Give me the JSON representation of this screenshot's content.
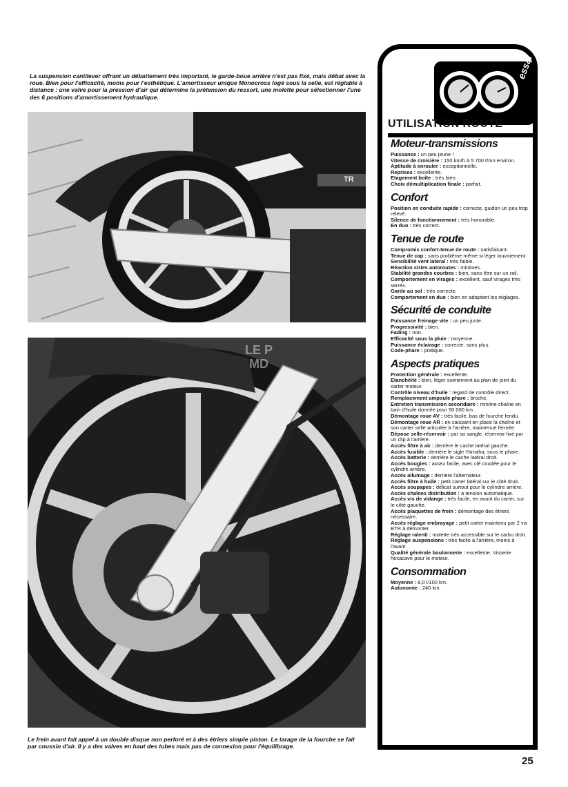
{
  "captions": {
    "top": "La suspension cantilever offrant un débattement très important, le garde-boue arrière n'est pas fixé, mais débat avec la roue. Bien pour l'efficacité, moins pour l'esthétique. L'amortisseur unique Monocross logé sous la selle, est réglable à distance : une valve pour la pression d'air qui détermine la prétension du ressort, une molette pour sélectionner l'une des 6 positions d'amortissement hydraulique.",
    "bottom": "Le frein avant fait appel à un double disque non perforé et à des étriers simple piston. Le tarage de la fourche se fait par coussin d'air. Il y a des valves en haut des tubes mais pas de connexion pour l'équilibrage."
  },
  "photo_marks": {
    "badge_top": "TR",
    "watermark": "LE P MD"
  },
  "panel": {
    "badge_text": "essai",
    "title": "UTILISATION ROUTE",
    "sections": [
      {
        "title": "Moteur-transmissions",
        "items": [
          {
            "label": "Puissance",
            "value": "un peu jeune !"
          },
          {
            "label": "Vitesse de croisière",
            "value": "150 km/h à 5 700 t/mn environ."
          },
          {
            "label": "Aptitude à enrouler",
            "value": "exceptionnelle."
          },
          {
            "label": "Reprises",
            "value": "excellente."
          },
          {
            "label": "Etagement boîte",
            "value": "très bien."
          },
          {
            "label": "Choix démultiplication finale",
            "value": "parfait."
          }
        ]
      },
      {
        "title": "Confort",
        "items": [
          {
            "label": "Position en conduite rapide",
            "value": "correcte, guidon un peu trop relevé."
          },
          {
            "label": "Silence de fonctionnement",
            "value": "très honorable."
          },
          {
            "label": "En duo",
            "value": "très correct."
          }
        ]
      },
      {
        "title": "Tenue de route",
        "items": [
          {
            "label": "Compromis confort-tenue de route",
            "value": "satisfaisant."
          },
          {
            "label": "Tenue de cap",
            "value": "sans problème même si léger louvoiement."
          },
          {
            "label": "Sensibilité vent latéral",
            "value": "très faible."
          },
          {
            "label": "Réaction stries autoroutes",
            "value": "minimes."
          },
          {
            "label": "Stabilité grandes courbes",
            "value": "bien, sans être sur un rail."
          },
          {
            "label": "Comportement en virages",
            "value": "excellent, sauf virages très serrés."
          },
          {
            "label": "Garde au sol",
            "value": "très correcte."
          },
          {
            "label": "Comportement en duo",
            "value": "bien en adaptant les réglages."
          }
        ]
      },
      {
        "title": "Sécurité de conduite",
        "items": [
          {
            "label": "Puissance freinage vite",
            "value": "un peu juste."
          },
          {
            "label": "Progressivité",
            "value": "bien."
          },
          {
            "label": "Fading",
            "value": "non."
          },
          {
            "label": "Efficacité sous la pluie",
            "value": "moyenne."
          },
          {
            "label": "Puissance éclairage",
            "value": "correcte, sans plus."
          },
          {
            "label": "Code-phare",
            "value": "pratique."
          }
        ]
      },
      {
        "title": "Aspects pratiques",
        "items": [
          {
            "label": "Protection générale",
            "value": "excellente."
          },
          {
            "label": "Etanchéité",
            "value": "bien, léger suintement au plan de joint du carter moteur."
          },
          {
            "label": "Contrôle niveau d'huile",
            "value": "regard de contrôle direct."
          },
          {
            "label": "Remplacement ampoule phare",
            "value": "broche."
          },
          {
            "label": "Entretien transmission secondaire",
            "value": "minime chaîne en bain d'huile donnée pour 50 000 km."
          },
          {
            "label": "Démontage roue AV",
            "value": "très facile, bas de fourche fendu."
          },
          {
            "label": "Démontage roue AR",
            "value": "en caissant en place la chaîne et son carter selle articulée à l'arrière, maintenue fermée."
          },
          {
            "label": "Dépose selle-réservoir",
            "value": "par sa sangle, réservoir fixé par un clip à l'arrière."
          },
          {
            "label": "Accès filtre à air",
            "value": "derrière le cache latéral gauche."
          },
          {
            "label": "Accès fusible",
            "value": "derrière le sigle Yamaha, sous le phare."
          },
          {
            "label": "Accès batterie",
            "value": "derrière le cache latéral droit."
          },
          {
            "label": "Accès bougies",
            "value": "assez facile, avec clé coudée pour le cylindre arrière."
          },
          {
            "label": "Accès allumage",
            "value": "derrière l'alternateur."
          },
          {
            "label": "Accès filtre à huile",
            "value": "petit carter latéral sur le côté droit."
          },
          {
            "label": "Accès soupapes",
            "value": "délicat surtout pour le cylindre arrière."
          },
          {
            "label": "Accès chaînes distribution",
            "value": "à tension automatique."
          },
          {
            "label": "Accès vis de vidange",
            "value": "très facile, en avant du carter, sur le côté gauche."
          },
          {
            "label": "Accès plaquettes de frein",
            "value": "démontage des étriers nécessaire."
          },
          {
            "label": "Accès réglage embrayage",
            "value": "petit carter maintenu par 2 vis BTR à démonter."
          },
          {
            "label": "Réglage ralenti",
            "value": "molette très accessible sur le carbu droit."
          },
          {
            "label": "Réglage suspensions",
            "value": "très facile à l'arrière, moins à l'avant."
          },
          {
            "label": "Qualité générale boulonnerie",
            "value": "excellente. Visserie hexacave pour le moteur."
          }
        ]
      },
      {
        "title": "Consommation",
        "items": [
          {
            "label": "Moyenne",
            "value": "8,0 l/100 km."
          },
          {
            "label": "Autonomie",
            "value": "240 km."
          }
        ]
      }
    ]
  },
  "page_number": "25"
}
